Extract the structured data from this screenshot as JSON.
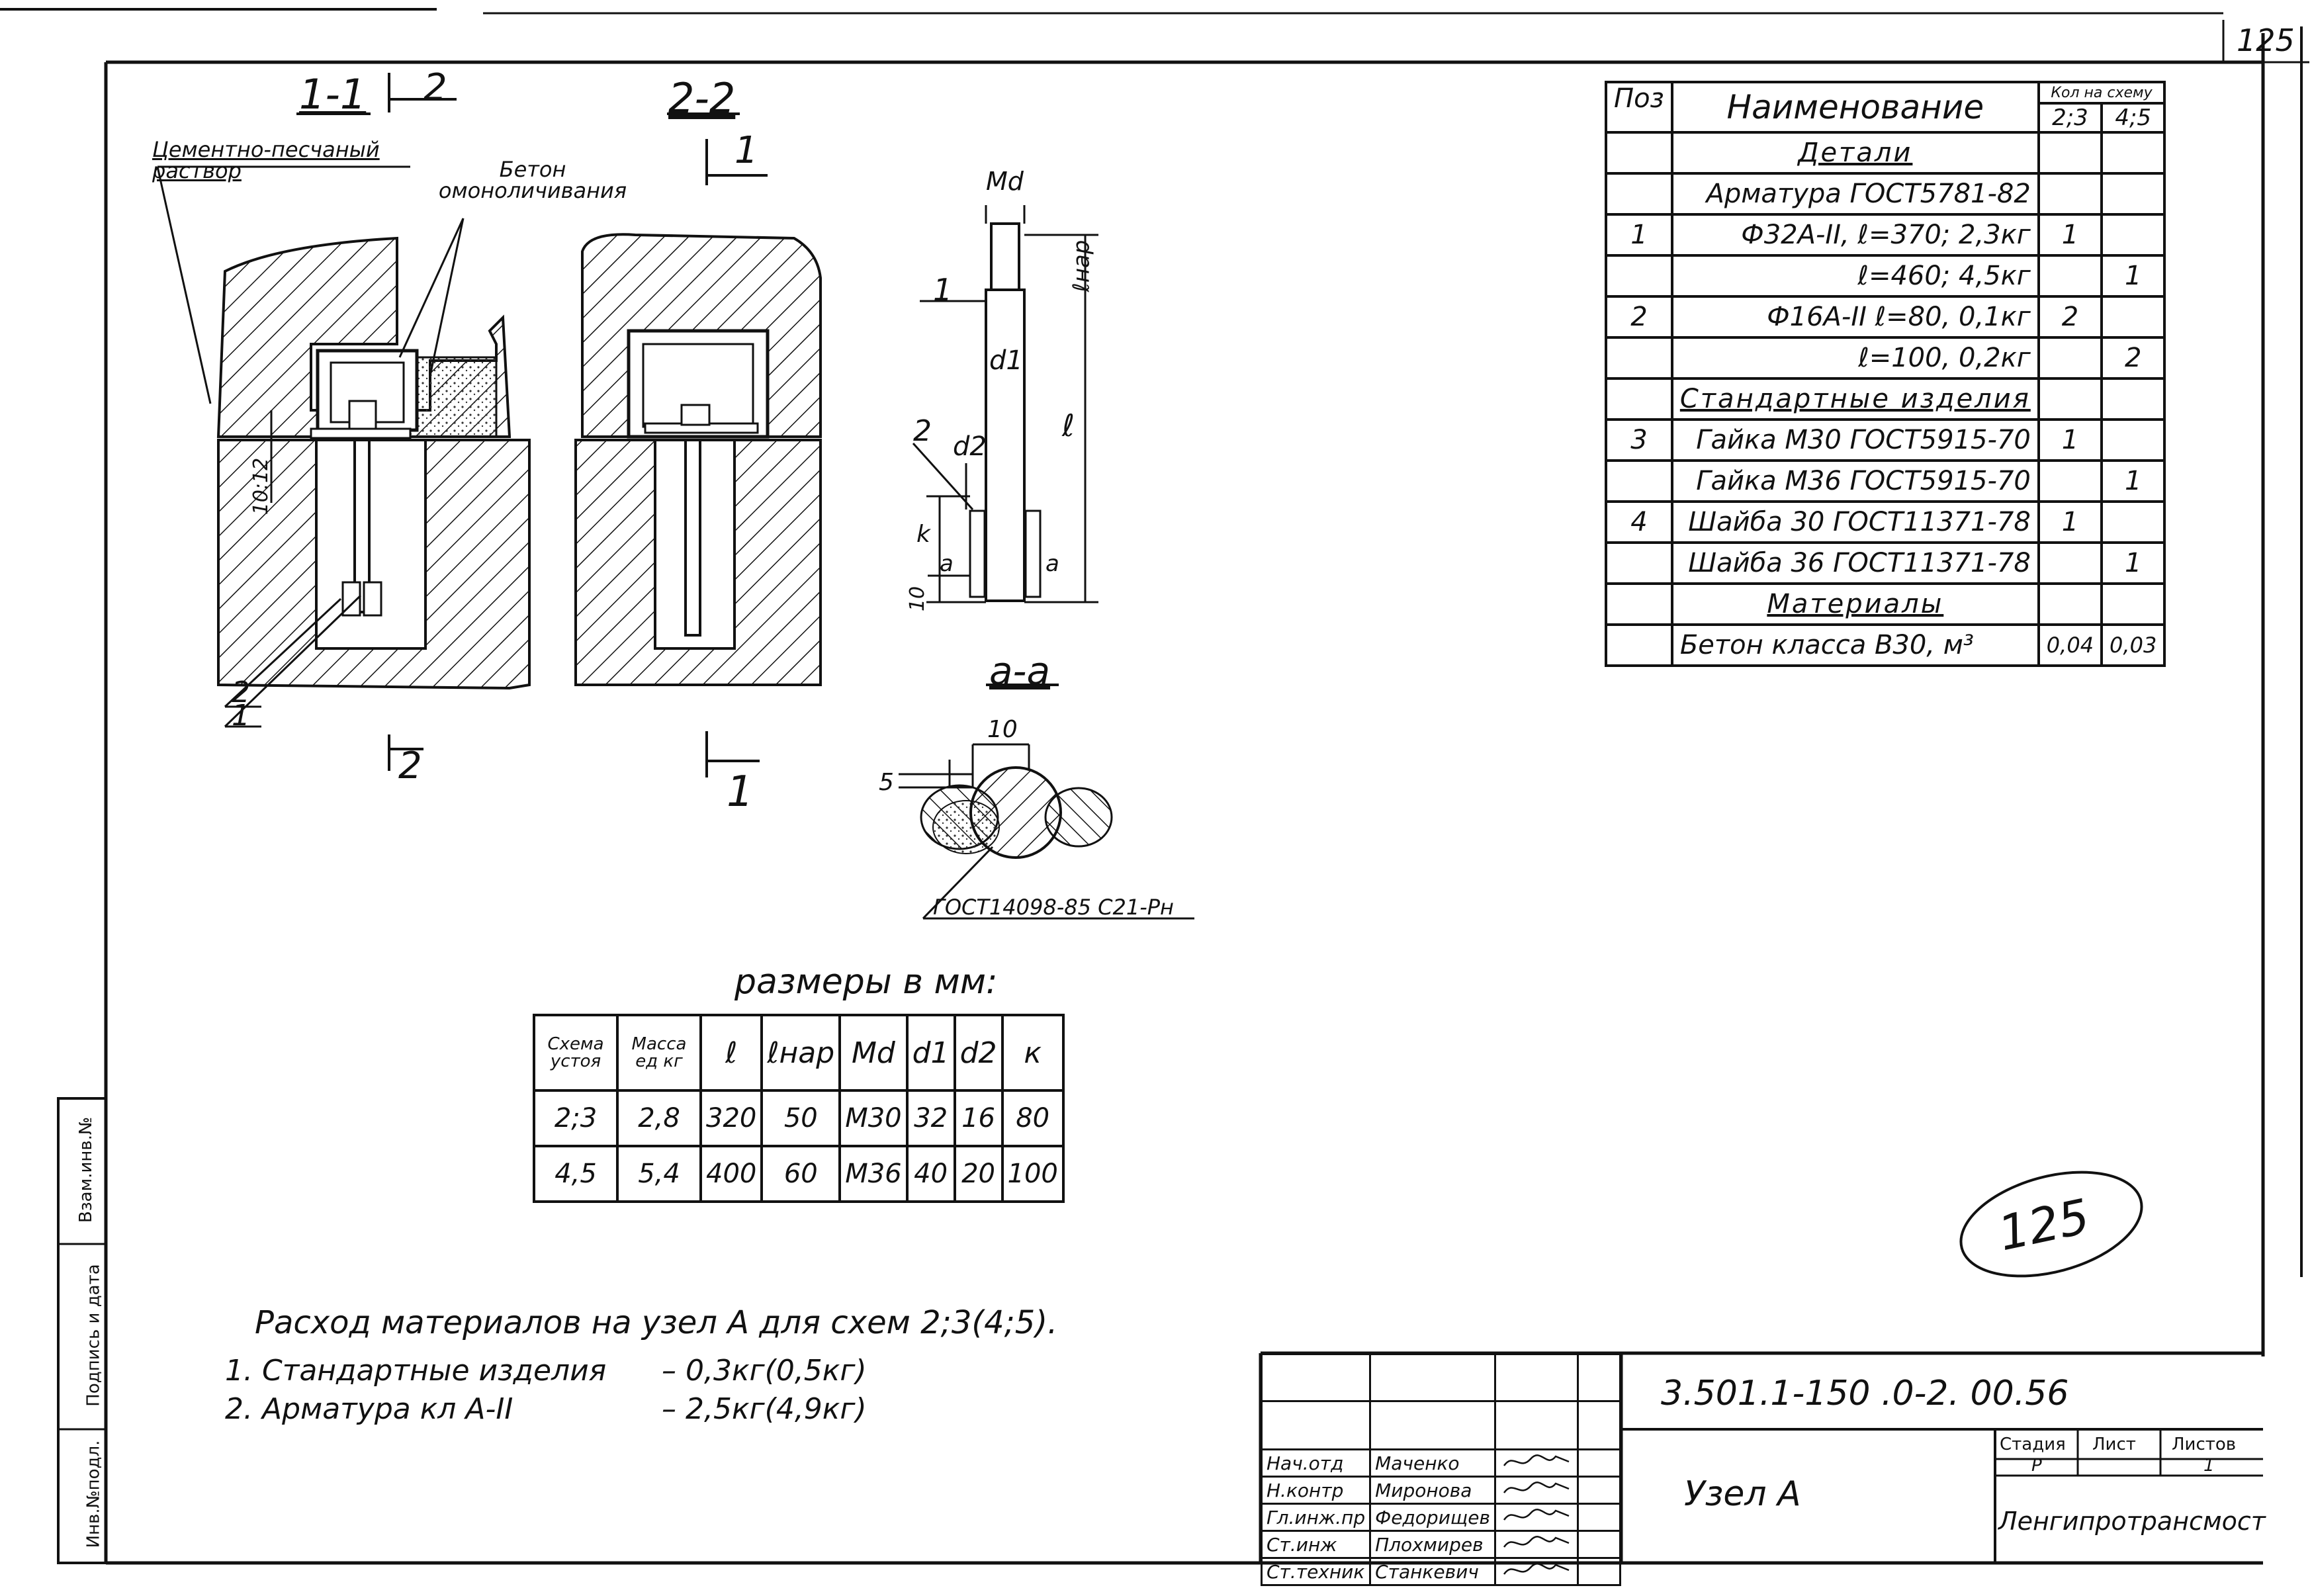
{
  "page_number": "125",
  "stamp_circle": "125",
  "sections": {
    "s11": "1-1",
    "s22": "2-2",
    "saa": "a-a",
    "cut_2": "2",
    "cut_1": "1"
  },
  "callouts": {
    "mortar": "Цементно-песчаный раствор",
    "concrete": "Бетон омоноличивания",
    "dim_10_12": "10:12",
    "pos_1": "1",
    "pos_2": "2",
    "md": "Md",
    "lnar": "ℓнар",
    "d1": "d1",
    "d2": "d2",
    "l": "ℓ",
    "k": "k",
    "a": "a",
    "ten": "10",
    "five": "5",
    "weld": "ГОСТ14098-85 С21-Рн"
  },
  "spec_table": {
    "header": {
      "pos": "Поз",
      "name": "Наименование",
      "qty": "Кол на схему",
      "q1": "2;3",
      "q2": "4;5"
    },
    "rows": [
      {
        "pos": "",
        "name": "Детали",
        "q1": "",
        "q2": "",
        "style": "section"
      },
      {
        "pos": "",
        "name": "Арматура ГОСТ5781-82",
        "q1": "",
        "q2": "",
        "style": "sub"
      },
      {
        "pos": "1",
        "name": "Ф32А-II, ℓ=370; 2,3кг",
        "q1": "1",
        "q2": "",
        "style": ""
      },
      {
        "pos": "",
        "name": "ℓ=460; 4,5кг",
        "q1": "",
        "q2": "1",
        "style": ""
      },
      {
        "pos": "2",
        "name": "Ф16А-II ℓ=80, 0,1кг",
        "q1": "2",
        "q2": "",
        "style": ""
      },
      {
        "pos": "",
        "name": "ℓ=100, 0,2кг",
        "q1": "",
        "q2": "2",
        "style": ""
      },
      {
        "pos": "",
        "name": "Стандартные изделия",
        "q1": "",
        "q2": "",
        "style": "section"
      },
      {
        "pos": "3",
        "name": "Гайка М30 ГОСТ5915-70",
        "q1": "1",
        "q2": "",
        "style": ""
      },
      {
        "pos": "",
        "name": "Гайка М36 ГОСТ5915-70",
        "q1": "",
        "q2": "1",
        "style": ""
      },
      {
        "pos": "4",
        "name": "Шайба 30 ГОСТ11371-78",
        "q1": "1",
        "q2": "",
        "style": ""
      },
      {
        "pos": "",
        "name": "Шайба 36 ГОСТ11371-78",
        "q1": "",
        "q2": "1",
        "style": ""
      },
      {
        "pos": "",
        "name": "Материалы",
        "q1": "",
        "q2": "",
        "style": "section"
      },
      {
        "pos": "",
        "name": "Бетон класса В30, м³",
        "q1": "0,04",
        "q2": "0,03",
        "style": "left"
      }
    ]
  },
  "dims_table": {
    "caption": "размеры в мм:",
    "headers": [
      "Схема устоя",
      "Масса ед кг",
      "ℓ",
      "ℓнар",
      "Md",
      "d1",
      "d2",
      "к"
    ],
    "rows": [
      [
        "2;3",
        "2,8",
        "320",
        "50",
        "М30",
        "32",
        "16",
        "80"
      ],
      [
        "4,5",
        "5,4",
        "400",
        "60",
        "М36",
        "40",
        "20",
        "100"
      ]
    ]
  },
  "materials": {
    "title": "Расход материалов на узел А для схем 2;3(4;5).",
    "lines": [
      {
        "label": "1. Стандартные изделия",
        "value": "– 0,3кг(0,5кг)"
      },
      {
        "label": "2. Арматура кл А-II",
        "value": "– 2,5кг(4,9кг)"
      }
    ]
  },
  "side_stamp": {
    "c1": "Инв.№подл.",
    "c2": "Подпись и дата",
    "c3": "Взам.инв.№"
  },
  "title_block": {
    "code": "3.501.1-150 .0-2. 00.56",
    "name": "Узел А",
    "stage_label": "Стадия",
    "sheet_label": "Лист",
    "sheets_label": "Листов",
    "stage": "Р",
    "sheets": "1",
    "org": "Ленгипротрансмост",
    "people": [
      {
        "role": "Нач.отд",
        "name": "Маченко"
      },
      {
        "role": "Н.контр",
        "name": "Миронова"
      },
      {
        "role": "Гл.инж.пр",
        "name": "Федорищев"
      },
      {
        "role": "Ст.инж",
        "name": "Плохмирев"
      },
      {
        "role": "Ст.техник",
        "name": "Станкевич"
      }
    ]
  }
}
